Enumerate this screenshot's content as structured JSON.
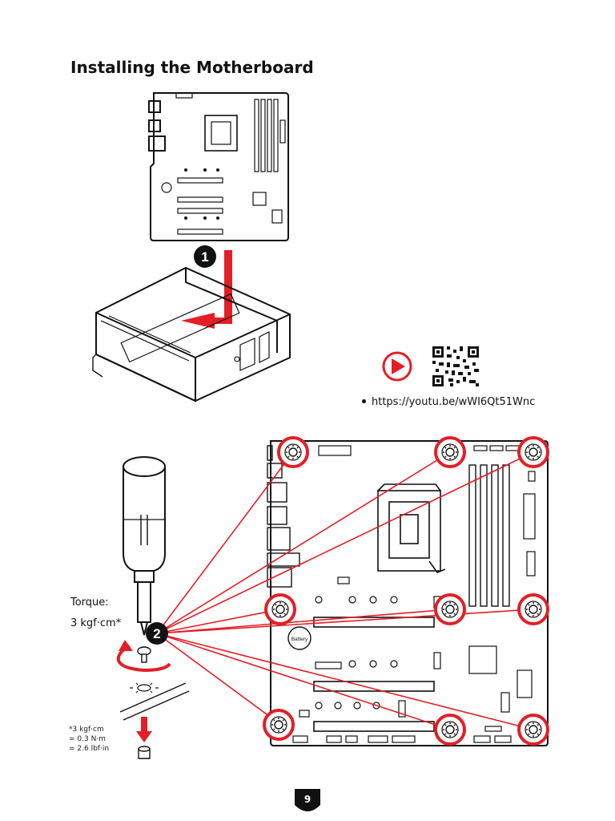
{
  "page": {
    "title": "Installing the Motherboard",
    "page_number": "9"
  },
  "step_markers": {
    "step1": "1",
    "step2": "2"
  },
  "video": {
    "url": "https://youtu.be/wWI6Qt51Wnc",
    "play_icon": "play-icon",
    "qr_icon": "qr-code-icon"
  },
  "torque": {
    "label": "Torque:",
    "value": "3 kgf·cm*"
  },
  "conversion_note": {
    "line1": "*3 kgf·cm",
    "line2": "= 0.3 N·m",
    "line3": "= 2.6 lbf·in"
  },
  "board_labels": {
    "battery": "Battery"
  },
  "colors": {
    "accent_red": "#e41e26",
    "line_black": "#111111"
  }
}
